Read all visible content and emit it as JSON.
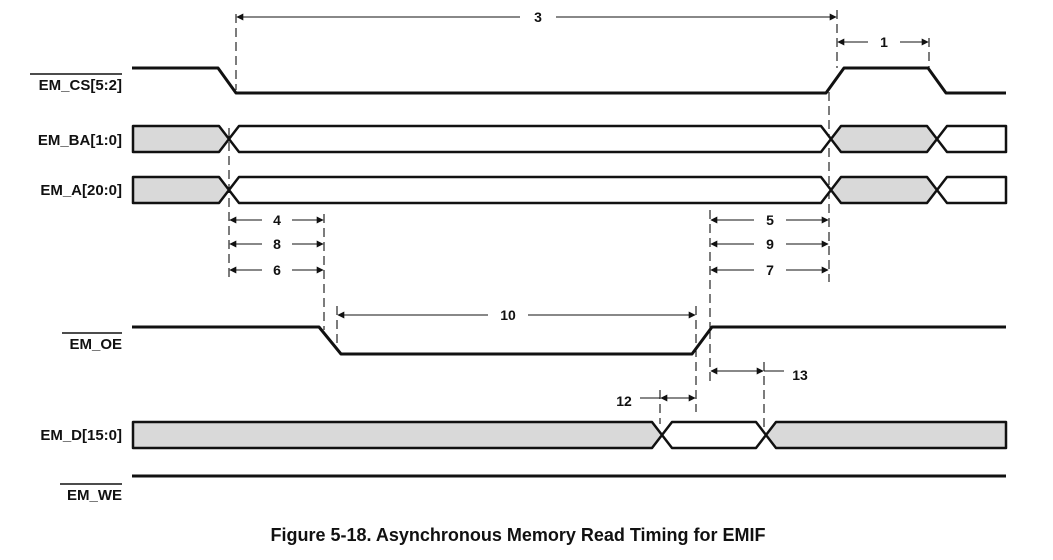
{
  "signals": {
    "em_cs": "EM_CS[5:2]",
    "em_ba": "EM_BA[1:0]",
    "em_a": "EM_A[20:0]",
    "em_oe": "EM_OE",
    "em_d": "EM_D[15:0]",
    "em_we": "EM_WE"
  },
  "parameters": {
    "p1": "1",
    "p3": "3",
    "p4": "4",
    "p5": "5",
    "p6": "6",
    "p7": "7",
    "p8": "8",
    "p9": "9",
    "p10": "10",
    "p12": "12",
    "p13": "13"
  },
  "caption": "Figure 5-18. Asynchronous Memory Read Timing for EMIF",
  "colors": {
    "line": "#111111",
    "bus_fill": "#d9d9d9",
    "background": "#ffffff"
  }
}
